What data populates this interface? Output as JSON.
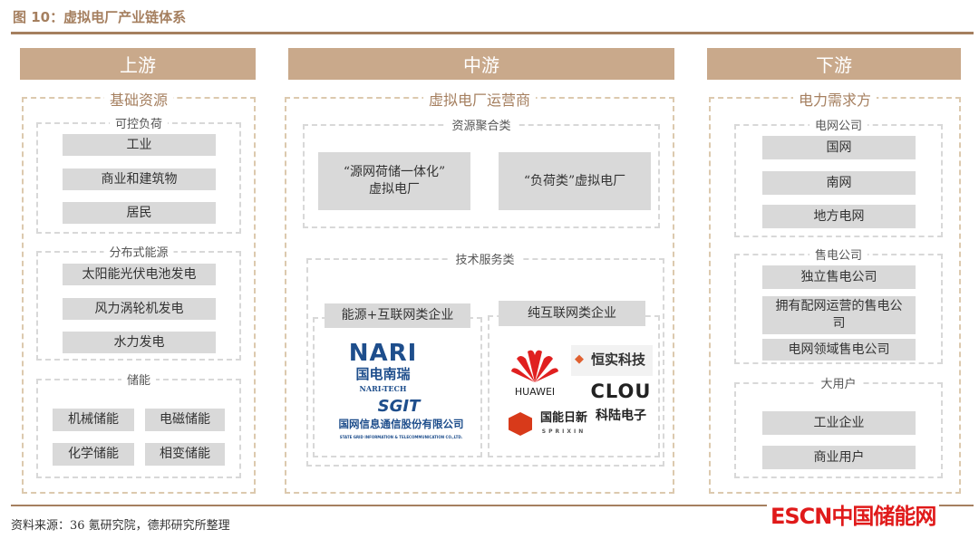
{
  "title": "图 10：虚拟电厂产业链体系",
  "columns": {
    "upstream": {
      "header": "上游",
      "section": "基础资源",
      "groups": [
        {
          "label": "可控负荷",
          "items": [
            "工业",
            "商业和建筑物",
            "居民"
          ]
        },
        {
          "label": "分布式能源",
          "items": [
            "太阳能光伏电池发电",
            "风力涡轮机发电",
            "水力发电"
          ]
        },
        {
          "label": "储能",
          "items": [
            "机械储能",
            "电磁储能",
            "化学储能",
            "相变储能"
          ]
        }
      ]
    },
    "midstream": {
      "header": "中游",
      "section": "虚拟电厂运营商",
      "aggregation": {
        "label": "资源聚合类",
        "items": [
          "“源网荷储一体化”\n虚拟电厂",
          "“负荷类”虚拟电厂"
        ]
      },
      "tech": {
        "label": "技术服务类",
        "energy_internet": {
          "label": "能源+互联网类企业",
          "logos": [
            "NARI",
            "国电南瑞",
            "NARI-TECH",
            "SGIT",
            "国网信息通信股份有限公司",
            "STATE GRID INFORMATION & TELECOMMUNICATION CO.,LTD."
          ]
        },
        "pure_internet": {
          "label": "纯互联网类企业",
          "logos": [
            "HUAWEI",
            "恒实科技",
            "CLOU",
            "科陆电子",
            "国能日新",
            "SPRIXIN"
          ]
        }
      }
    },
    "downstream": {
      "header": "下游",
      "section": "电力需求方",
      "groups": [
        {
          "label": "电网公司",
          "items": [
            "国网",
            "南网",
            "地方电网"
          ]
        },
        {
          "label": "售电公司",
          "items": [
            "独立售电公司",
            "拥有配网运营的售电公司",
            "电网领域售电公司"
          ]
        },
        {
          "label": "大用户",
          "items": [
            "工业企业",
            "商业用户"
          ]
        }
      ]
    }
  },
  "source": "资料来源：36 氪研究院，德邦研究所整理",
  "watermark": "ESCN中国储能网"
}
